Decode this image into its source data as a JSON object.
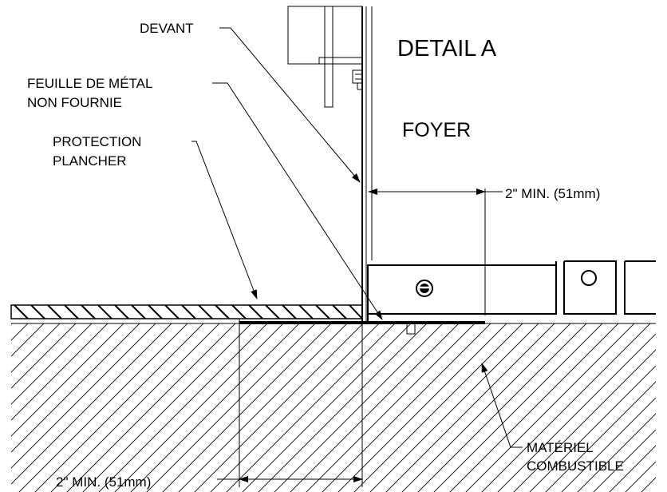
{
  "title": "DETAIL A",
  "labels": {
    "foyer": "FOYER",
    "devant": "DEVANT",
    "sheet_metal_line1": "FEUILLE DE MÉTAL",
    "sheet_metal_line2": "NON FOURNIE",
    "floor_protection_line1": "PROTECTION",
    "floor_protection_line2": "PLANCHER",
    "combustible_line1": "MATÉRIEL",
    "combustible_line2": "COMBUSTIBLE"
  },
  "dimensions": {
    "top_clearance": "2\"  MIN. (51mm)",
    "bottom_clearance": "2\"  MIN. (51mm)"
  }
}
